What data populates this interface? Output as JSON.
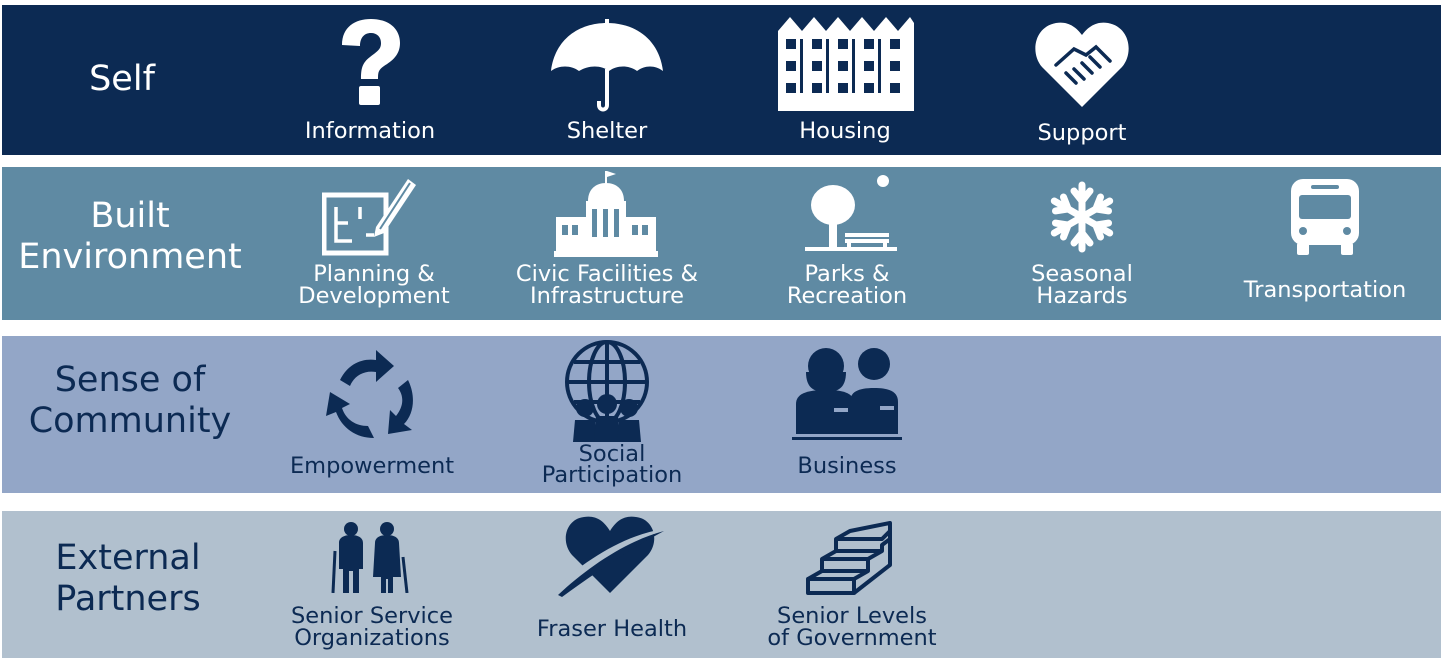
{
  "bands": {
    "self": {
      "title": "Self",
      "items": [
        {
          "label": "Information",
          "icon": "question-mark-icon"
        },
        {
          "label": "Shelter",
          "icon": "umbrella-icon"
        },
        {
          "label": "Housing",
          "icon": "apartment-building-icon"
        },
        {
          "label": "Support",
          "icon": "heart-handshake-icon"
        }
      ]
    },
    "built": {
      "title_line1": "Built",
      "title_line2": "Environment",
      "items": [
        {
          "line1": "Planning &",
          "line2": "Development",
          "icon": "blueprint-pencil-icon"
        },
        {
          "line1": "Civic Facilities &",
          "line2": "Infrastructure",
          "icon": "civic-building-icon"
        },
        {
          "line1": "Parks &",
          "line2": "Recreation",
          "icon": "tree-bench-icon"
        },
        {
          "line1": "Seasonal",
          "line2": "Hazards",
          "icon": "snowflake-icon"
        },
        {
          "line1": "Transportation",
          "icon": "bus-icon"
        }
      ]
    },
    "sense": {
      "title_line1": "Sense of",
      "title_line2": "Community",
      "items": [
        {
          "label": "Empowerment",
          "icon": "cycle-arrows-icon"
        },
        {
          "line1": "Social",
          "line2": "Participation",
          "icon": "globe-people-icon"
        },
        {
          "label": "Business",
          "icon": "business-people-icon"
        }
      ]
    },
    "ext": {
      "title_line1": "External",
      "title_line2": "Partners",
      "items": [
        {
          "line1": "Senior Service",
          "line2": "Organizations",
          "icon": "seniors-icon"
        },
        {
          "label": "Fraser Health",
          "icon": "heart-swoosh-icon"
        },
        {
          "line1": "Senior Levels",
          "line2": "of Government",
          "icon": "stairs-icon"
        }
      ]
    }
  },
  "colors": {
    "self_bg": "#0c2a53",
    "built_bg": "#5f8aa3",
    "sense_bg": "#93a6c7",
    "ext_bg": "#b1c0ce",
    "dark_text": "#0c2a53",
    "light_text": "#ffffff"
  }
}
